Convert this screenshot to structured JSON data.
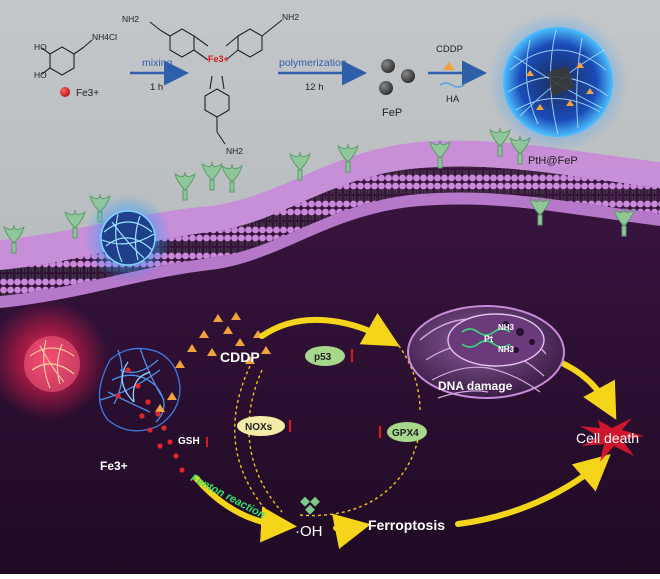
{
  "synthesis": {
    "monomer_label": "NH4Cl",
    "iron_label": "Fe3+",
    "complex_amine": "NH2",
    "complex_center": "Fe3+",
    "step1": {
      "label": "mixing",
      "time": "1 h"
    },
    "step2": {
      "label": "polymerization",
      "time": "12 h"
    },
    "step3": {
      "top": "CDDP",
      "bottom": "HA"
    },
    "fep_label": "FeP",
    "product_label": "PtH@FeP"
  },
  "cell": {
    "cddp": "CDDP",
    "fe": "Fe3+",
    "gsh": "GSH",
    "noxs": "NOXs",
    "p53": "p53",
    "gpx4": "GPX4",
    "fenton": "Fenton reaction",
    "oh": "·OH",
    "ferroptosis": "Ferroptosis",
    "dna_damage": "DNA damage",
    "cell_death": "Cell death",
    "pt_label": "Pt",
    "nh3": "NH3"
  },
  "colors": {
    "sky": "#b7bcbf",
    "membrane": "#c486d6",
    "cytoplasm": "#2a0f30",
    "arrow_blue": "#2e5fa8",
    "arrow_yellow": "#f2d21c",
    "inhibit_red": "#d51d1d"
  }
}
